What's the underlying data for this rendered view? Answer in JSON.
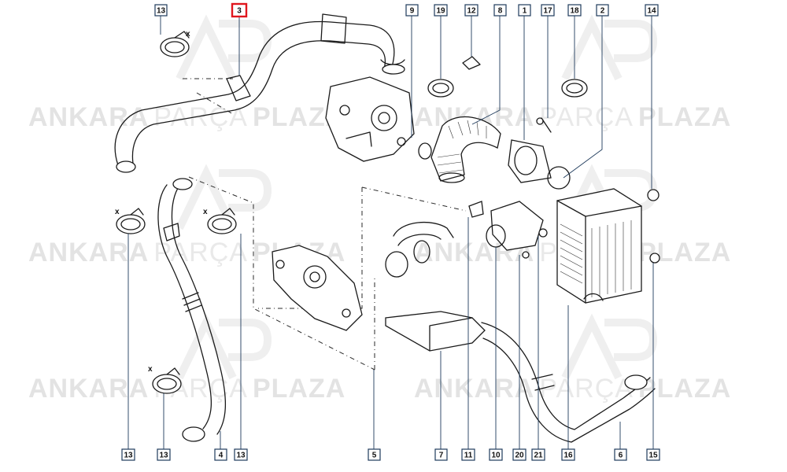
{
  "watermark": {
    "brand_bold_1": "ANKARA",
    "brand_light": "PARÇA",
    "brand_bold_2": "PLAZA",
    "logo_letters": "AP"
  },
  "colors": {
    "callout_border": "#1f3b5c",
    "highlight_border": "#e0161d",
    "line": "#1a1a1a",
    "watermark": "#e3e3e3"
  },
  "callouts_top": [
    "13",
    "3",
    "9",
    "19",
    "12",
    "8",
    "1",
    "17",
    "18",
    "2",
    "14"
  ],
  "callouts_bottom": [
    "13",
    "13",
    "4",
    "13",
    "5",
    "7",
    "11",
    "10",
    "20",
    "21",
    "16",
    "6",
    "15"
  ],
  "highlighted": "3",
  "clamp_marker": "x"
}
